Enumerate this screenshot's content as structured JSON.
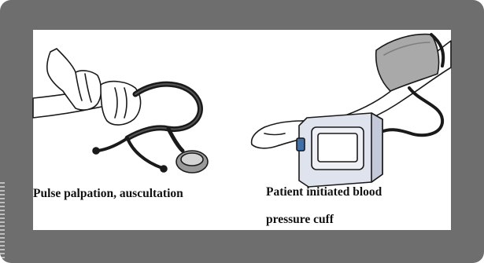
{
  "captions": {
    "left": "Pulse palpation, auscultation",
    "right_line1": "Patient initiated blood",
    "right_line2": "pressure cuff"
  },
  "illustrations": {
    "left": "hand-palpating-wrist-with-stethoscope",
    "right": "arm-with-blood-pressure-cuff-and-monitor"
  },
  "colors": {
    "frame": "#6e6e6e",
    "panel": "#ffffff",
    "outline": "#1a1a1a",
    "cuff": "#a9a9a9",
    "monitor_body": "#dfe3ee",
    "monitor_screen": "#ffffff",
    "monitor_button": "#3f6fa8"
  }
}
